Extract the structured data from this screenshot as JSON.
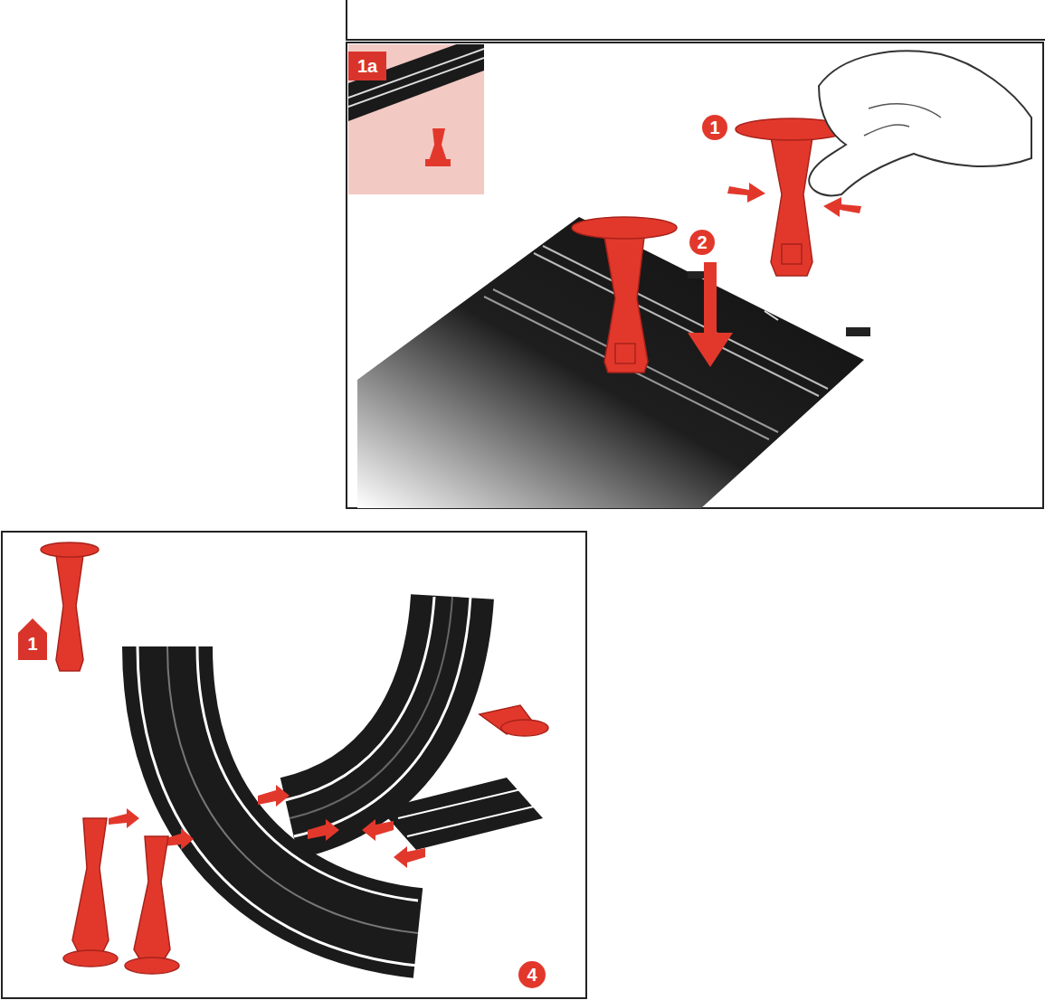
{
  "diagram": {
    "labels": [
      "1a",
      "1",
      "2",
      "1",
      "4"
    ]
  }
}
